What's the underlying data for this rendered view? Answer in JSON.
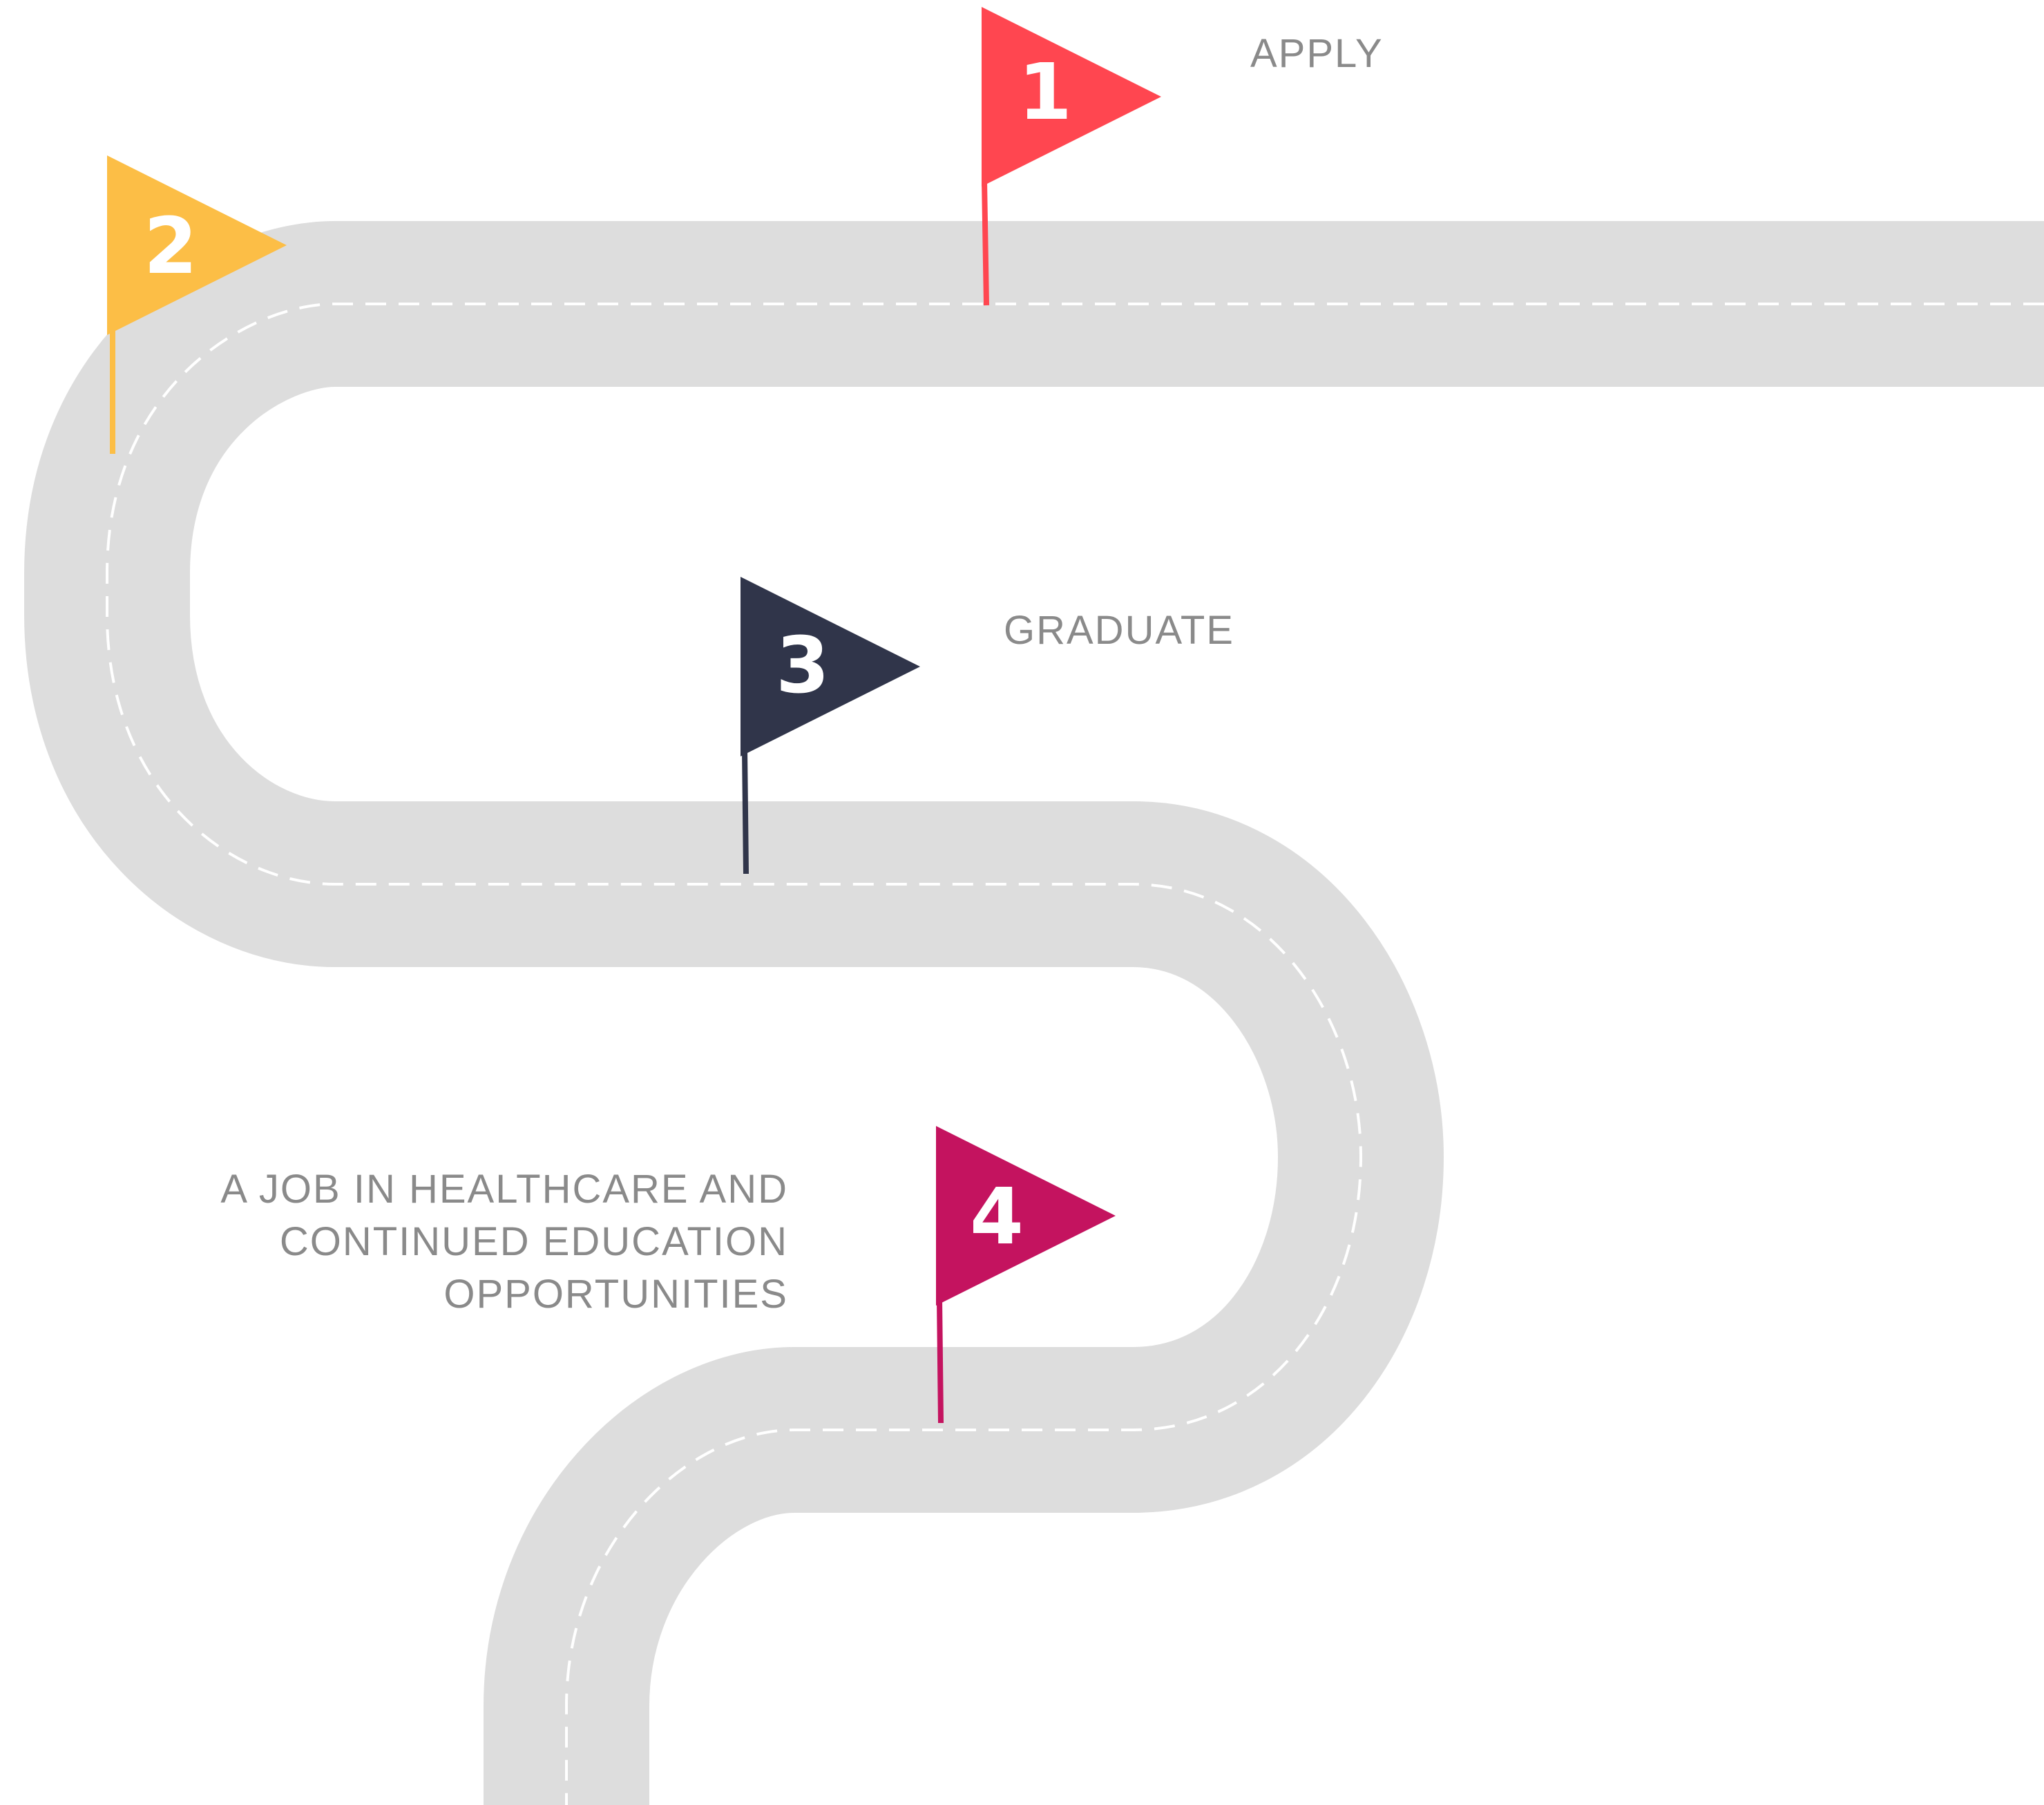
{
  "steps": [
    {
      "number": "1",
      "label": "APPLY",
      "color": "#FF4650"
    },
    {
      "number": "2",
      "label": "",
      "color": "#FCBE46"
    },
    {
      "number": "3",
      "label": "GRADUATE",
      "color": "#30354A"
    },
    {
      "number": "4",
      "label_lines": [
        "A JOB IN HEALTHCARE AND",
        "CONTINUED EDUCATION",
        "OPPORTUNITIES"
      ],
      "color": "#C4135F"
    }
  ],
  "road": {
    "color": "#DDDDDD",
    "lane_marking_color": "#FFFFFF"
  },
  "text_color": "#8A8A8A"
}
